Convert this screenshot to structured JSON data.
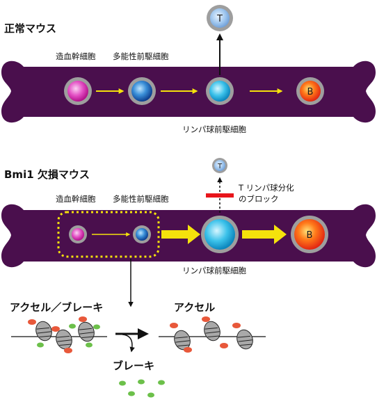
{
  "normal": {
    "title": "正常マウス",
    "hsc_label": "造血幹細胞",
    "mpp_label": "多能性前駆細胞",
    "lp_label": "リンパ球前駆細胞",
    "t_cell": "T",
    "b_cell": "B"
  },
  "bmi1": {
    "title": "Bmi1 欠損マウス",
    "hsc_label": "造血幹細胞",
    "mpp_label": "多能性前駆細胞",
    "lp_label": "リンパ球前駆細胞",
    "t_cell": "T",
    "b_cell": "B",
    "block_line1": "T リンパ球分化",
    "block_line2": "のブロック"
  },
  "chromatin": {
    "left_title": "アクセル／ブレーキ",
    "right_title": "アクセル",
    "released_label": "ブレーキ"
  },
  "colors": {
    "bone": "#4a0f4d",
    "yellow_arrow": "#f5e20c",
    "block_bar": "#e8151b",
    "accelerator": "#e8583a",
    "brake": "#6cc04a",
    "nucleosome": "#a9a9a9"
  }
}
